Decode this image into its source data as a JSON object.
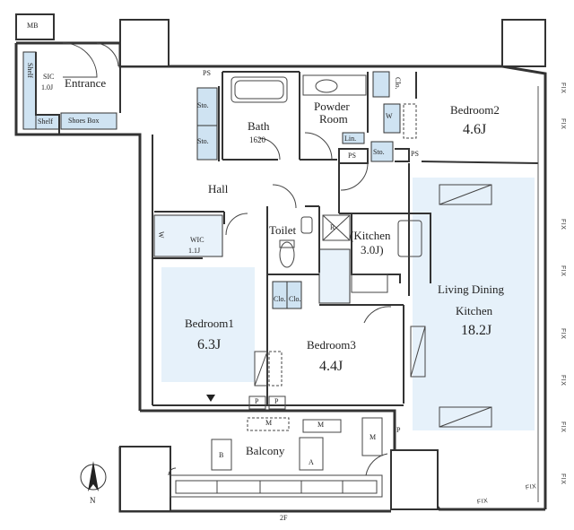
{
  "rooms": {
    "mb": "MB",
    "entrance": "Entrance",
    "shelf_left": "Shelf",
    "sic": "SIC",
    "sic_area": "1.0J",
    "shelf_small": "Shelf",
    "shoes_box": "Shoes Box",
    "ps_top": "PS",
    "sto_1": "Sto.",
    "sto_2": "Sto.",
    "bath": "Bath",
    "bath_size": "1620",
    "powder_room_1": "Powder",
    "powder_room_2": "Room",
    "clo_top": "Clo.",
    "w_mark": "W",
    "lin": "Lin.",
    "ps_mid_1": "PS",
    "sto_3": "Sto.",
    "ps_mid_2": "PS",
    "bedroom2": "Bedroom2",
    "bedroom2_area": "4.6J",
    "hall": "Hall",
    "toilet": "Toilet",
    "r_mark": "R",
    "kitchen": "(Kitchen",
    "kitchen_area": "3.0J)",
    "w_mark_2": "W",
    "wic": "WIC",
    "wic_area": "1.1J",
    "living": "Living Dining",
    "living_2": "Kitchen",
    "living_area": "18.2J",
    "clo_1": "Clo.",
    "clo_2": "Clo.",
    "bedroom1": "Bedroom1",
    "bedroom1_area": "6.3J",
    "bedroom3": "Bedroom3",
    "bedroom3_area": "4.4J",
    "p1": "P",
    "p2": "P",
    "p3": "P",
    "m1": "M",
    "m2": "M",
    "m3": "M",
    "b_mark": "B",
    "a_mark": "A",
    "balcony": "Balcony",
    "twof": "2F",
    "north": "N"
  },
  "fix_labels": [
    "FIX",
    "FIX",
    "FIX",
    "FIX",
    "FIX",
    "FIX",
    "FIX",
    "FIX",
    "FIX",
    "FIX"
  ],
  "colors": {
    "wall": "#333333",
    "room_fill": "#e8f2fa",
    "storage_fill": "#cfe3f2",
    "hatch": "#999999"
  }
}
